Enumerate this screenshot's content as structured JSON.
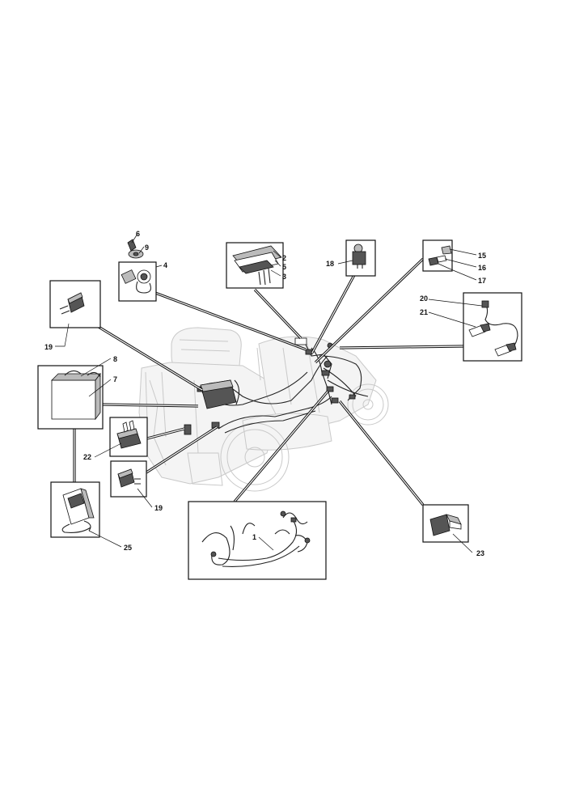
{
  "callouts": {
    "c1": "1",
    "c2": "2",
    "c3": "3",
    "c4": "4",
    "c5": "5",
    "c6": "6",
    "c7": "7",
    "c8": "8",
    "c9": "9",
    "c15": "15",
    "c16": "16",
    "c17": "17",
    "c18": "18",
    "c19a": "19",
    "c19b": "19",
    "c20": "20",
    "c21": "21",
    "c22": "22",
    "c23": "23",
    "c25": "25"
  },
  "colors": {
    "line": "#111111",
    "ghost": "#c9c9c9",
    "part": "#555555"
  }
}
